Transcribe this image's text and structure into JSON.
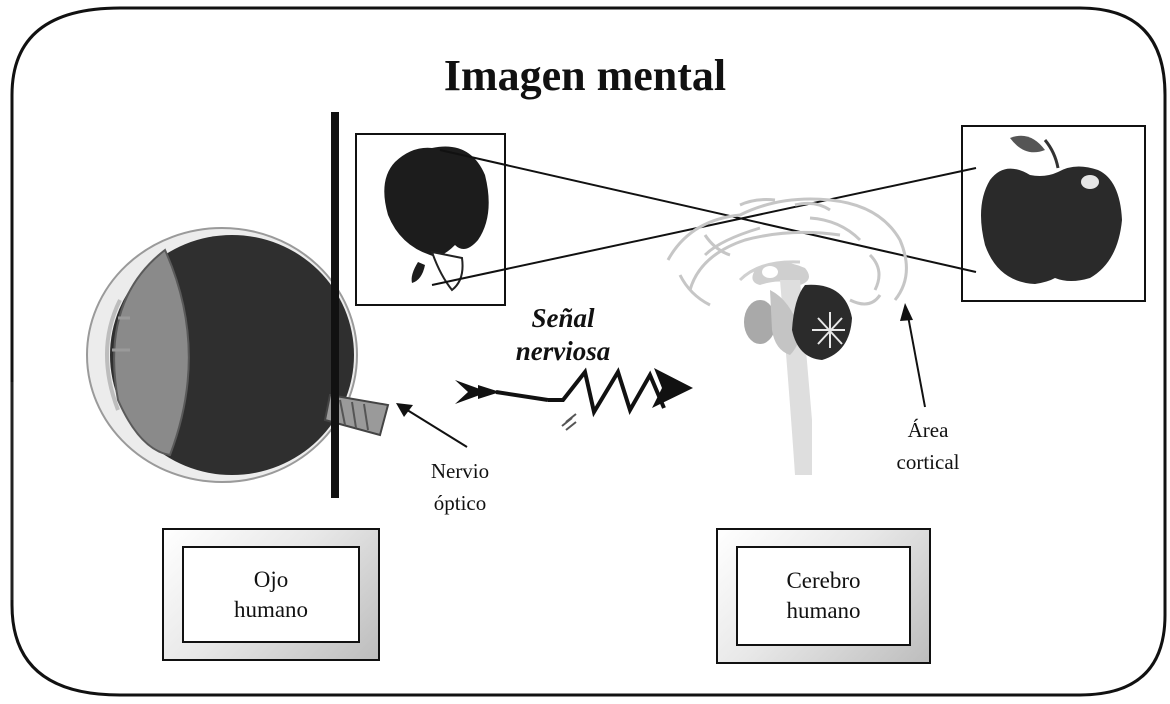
{
  "title": "Imagen mental",
  "signal": {
    "line1": "Señal",
    "line2": "nerviosa"
  },
  "labels": {
    "optic_nerve": "Nervio\nóptico",
    "cortical_area": "Área\ncortical"
  },
  "boxes": {
    "eye": "Ojo\nhumano",
    "brain": "Cerebro\nhumano"
  },
  "colors": {
    "eyeball": "#2f2f2f",
    "lens": "#8a8a8a",
    "apple": "#2a2a2a",
    "brain_grey": "#bcbcbc",
    "outline": "#111111"
  }
}
